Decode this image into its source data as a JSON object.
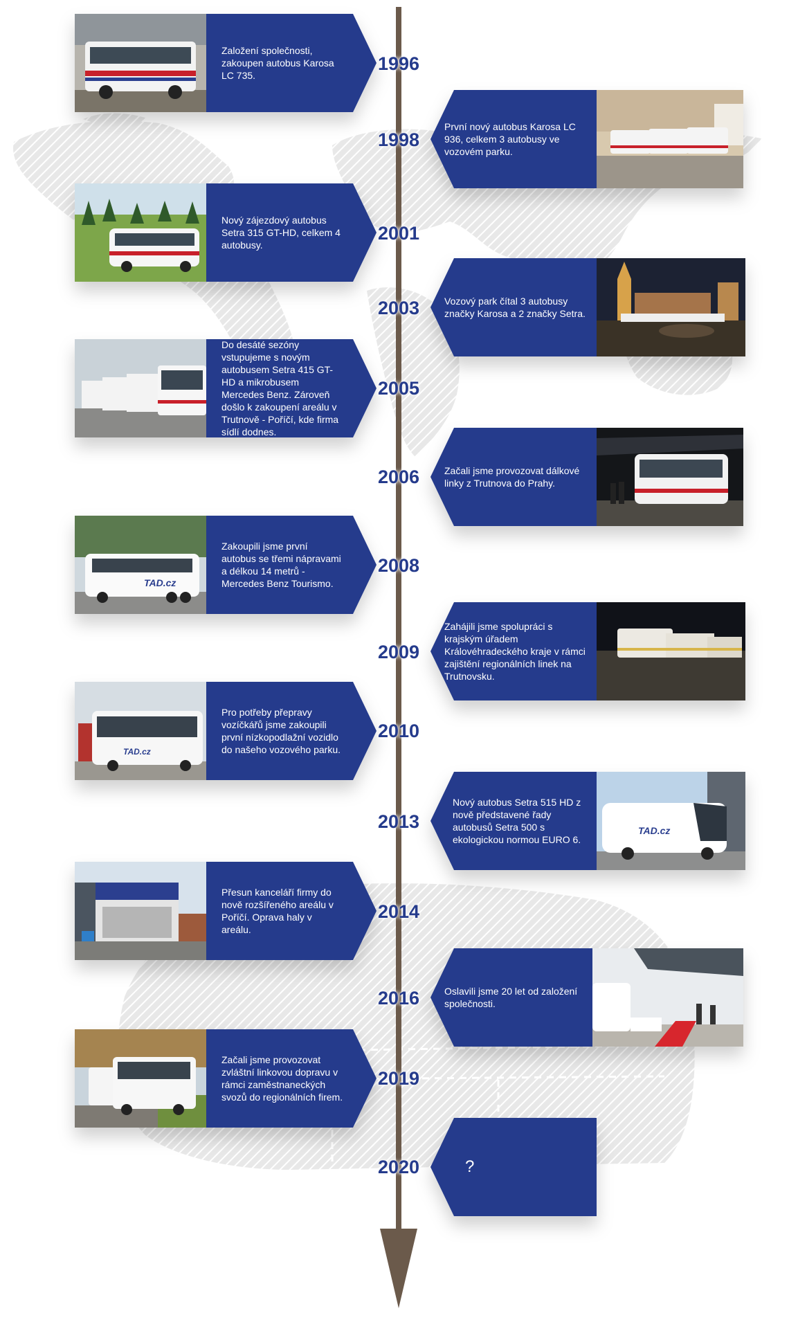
{
  "timeline": [
    {
      "year": "1996",
      "text": "Založení společnosti, zakoupen autobus Karosa LC 735."
    },
    {
      "year": "1998",
      "text": "První nový autobus Karosa LC 936, celkem 3 autobusy ve vozovém parku."
    },
    {
      "year": "2001",
      "text": "Nový zájezdový autobus Setra 315 GT-HD, celkem 4 autobusy."
    },
    {
      "year": "2003",
      "text": "Vozový park čítal 3 autobusy značky Karosa a 2 značky Setra."
    },
    {
      "year": "2005",
      "text": "Do desáté sezóny vstupujeme s novým autobusem Setra 415 GT-HD a mikrobusem Mercedes Benz. Zároveň došlo k zakoupení areálu v Trutnově - Poříčí, kde firma sídlí dodnes."
    },
    {
      "year": "2006",
      "text": "Začali jsme provozovat dálkové linky z Trutnova do Prahy."
    },
    {
      "year": "2008",
      "text": "Zakoupili jsme první autobus se třemi nápravami a délkou 14 metrů - Mercedes Benz Tourismo."
    },
    {
      "year": "2009",
      "text": "Zahájili jsme spolupráci s krajským úřadem Královéhradeckého kraje v rámci zajištění regionálních linek na Trutnovsku."
    },
    {
      "year": "2010",
      "text": "Pro potřeby přepravy vozíčkářů jsme zakoupili první nízkopodlažní vozidlo do našeho vozového parku."
    },
    {
      "year": "2013",
      "text": "Nový autobus Setra 515 HD z nově představené řady autobusů Setra 500 s ekologickou normou EURO 6."
    },
    {
      "year": "2014",
      "text": "Přesun kanceláří firmy do nově rozšířeného areálu v Poříčí. Oprava haly v areálu."
    },
    {
      "year": "2016",
      "text": "Oslavili jsme 20 let od založení společnosti."
    },
    {
      "year": "2019",
      "text": "Začali jsme provozovat zvláštní linkovou dopravu v rámci zaměstnaneckých svozů do regionálních firem."
    },
    {
      "year": "2020",
      "text": "?"
    }
  ],
  "colors": {
    "panel": "#253b8c",
    "year": "#253b8c",
    "axis": "#6b5a4b"
  },
  "photo_labels": {
    "tad": "TAD.cz"
  }
}
